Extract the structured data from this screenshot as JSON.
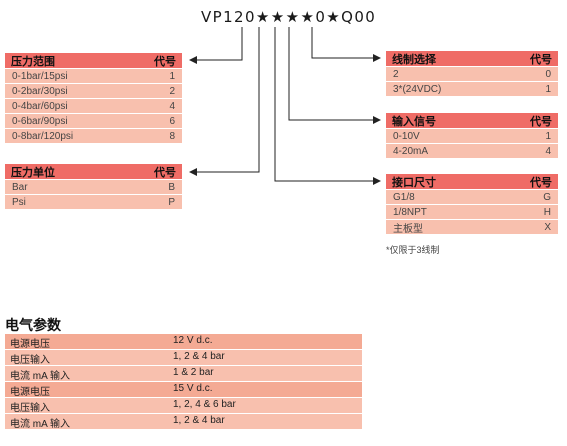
{
  "model_code": "VP120★★★★0★Q00",
  "tables": {
    "pressure_range": {
      "title": "压力范围",
      "code_label": "代号",
      "rows": [
        {
          "label": "0-1bar/15psi",
          "code": "1"
        },
        {
          "label": "0-2bar/30psi",
          "code": "2"
        },
        {
          "label": "0-4bar/60psi",
          "code": "4"
        },
        {
          "label": "0-6bar/90psi",
          "code": "6"
        },
        {
          "label": "0-8bar/120psi",
          "code": "8"
        }
      ]
    },
    "pressure_unit": {
      "title": "压力单位",
      "code_label": "代号",
      "rows": [
        {
          "label": "Bar",
          "code": "B"
        },
        {
          "label": "Psi",
          "code": "P"
        }
      ]
    },
    "wiring": {
      "title": "线制选择",
      "code_label": "代号",
      "rows": [
        {
          "label": "2",
          "code": "0"
        },
        {
          "label": "3*(24VDC)",
          "code": "1"
        }
      ]
    },
    "input_signal": {
      "title": "输入信号",
      "code_label": "代号",
      "rows": [
        {
          "label": "0-10V",
          "code": "1"
        },
        {
          "label": "4-20mA",
          "code": "4"
        }
      ]
    },
    "port_size": {
      "title": "接口尺寸",
      "code_label": "代号",
      "rows": [
        {
          "label": "G1/8",
          "code": "G"
        },
        {
          "label": "1/8NPT",
          "code": "H"
        },
        {
          "label": "主板型",
          "code": "X"
        }
      ]
    }
  },
  "note": "*仅限于3线制",
  "electrical": {
    "title": "电气参数",
    "rows": [
      {
        "param": "电源电压",
        "value": "12 V d.c."
      },
      {
        "param": "电压输入",
        "value": "1, 2 & 4 bar"
      },
      {
        "param": "电流 mA 输入",
        "value": "1 & 2 bar"
      },
      {
        "param": "电源电压",
        "value": "15 V d.c."
      },
      {
        "param": "电压输入",
        "value": "1, 2, 4 & 6 bar"
      },
      {
        "param": "电流 mA 输入",
        "value": "1, 2 & 4 bar"
      }
    ]
  }
}
